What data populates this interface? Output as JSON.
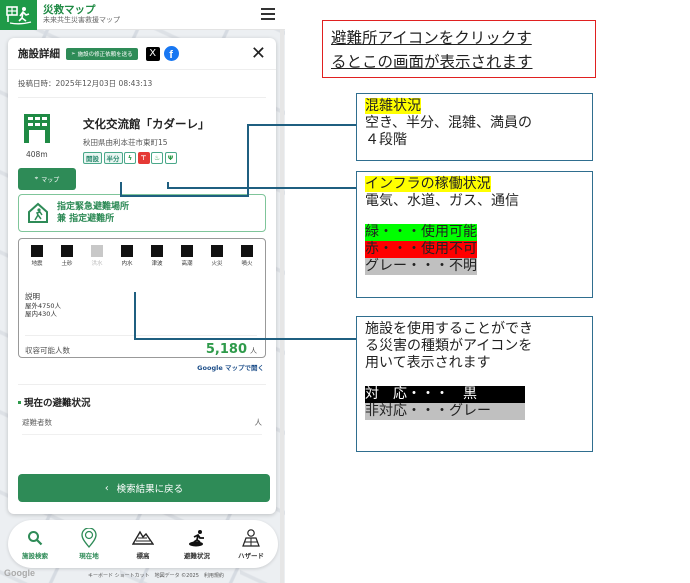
{
  "app": {
    "title": "災救マップ",
    "subtitle": "未来共生災害救援マップ"
  },
  "panel": {
    "title": "施設詳細",
    "fix_request_label": "施設の修正依頼を送る",
    "x_label": "X",
    "fb_label": "f",
    "close_label": "✕",
    "posted_at": "投稿日時：2025年12月03日 08:43:13"
  },
  "facility": {
    "name": "文化交流館「カダーレ」",
    "address": "秋田県由利本荘市東町15",
    "distance": "408m",
    "map_button": "マップ",
    "tags": [
      {
        "label": "開設",
        "type": "status"
      },
      {
        "label": "半分",
        "type": "congestion"
      },
      {
        "label": "⚡",
        "type": "electricity",
        "state": "available"
      },
      {
        "label": "🚰",
        "type": "water",
        "state": "unavailable"
      },
      {
        "label": "♨",
        "type": "gas",
        "state": "available"
      },
      {
        "label": "📶",
        "type": "telecom",
        "state": "available"
      }
    ],
    "shelter_types": [
      "指定緊急避難場所",
      "兼 指定避難所"
    ],
    "hazards": [
      {
        "label": "地震",
        "supported": true
      },
      {
        "label": "土砂",
        "supported": true
      },
      {
        "label": "洪水",
        "supported": false
      },
      {
        "label": "内水",
        "supported": true
      },
      {
        "label": "津波",
        "supported": true
      },
      {
        "label": "高潮",
        "supported": true
      },
      {
        "label": "火災",
        "supported": true
      },
      {
        "label": "噴火",
        "supported": true
      }
    ],
    "description_label": "説明",
    "description_lines": [
      "屋外4750人",
      "屋内430人"
    ],
    "capacity_label": "収容可能人数",
    "capacity_value": "5,180",
    "capacity_unit": "人",
    "google_maps_link": "Google マップで開く"
  },
  "evacuation_status": {
    "heading": "現在の避難状況",
    "rows": [
      {
        "label": "避難者数",
        "unit": "人"
      }
    ]
  },
  "back_button": "検索結果に戻る",
  "bottom_nav": [
    {
      "label": "施設検索",
      "icon": "search-icon"
    },
    {
      "label": "現在地",
      "icon": "location-pin-icon"
    },
    {
      "label": "標高",
      "icon": "elevation-icon"
    },
    {
      "label": "避難状況",
      "icon": "evacuation-icon"
    },
    {
      "label": "ハザード",
      "icon": "hazard-map-icon"
    }
  ],
  "map_footer": {
    "google": "Google",
    "attribution": "キーボード ショートカット　地図データ ©2025　利用規約"
  },
  "annotations": {
    "title_callout": [
      "避難所アイコンをクリックす",
      "るとこの画面が表示されます"
    ],
    "congestion": {
      "heading": "混雑状況",
      "lines": [
        "空き、半分、混雑、満員の",
        "４段階"
      ]
    },
    "infrastructure": {
      "heading": "インフラの稼働状況",
      "line": "電気、水道、ガス、通信",
      "legend": [
        "緑・・・使用可能",
        "赤・・・使用不可",
        "グレー・・・不明"
      ]
    },
    "hazard_types": {
      "lines": [
        "施設を使用することができ",
        "る災害の種類がアイコンを",
        "用いて表示されます"
      ],
      "legend": [
        "対　応・・・　黒",
        "非対応・・・グレー"
      ]
    }
  }
}
